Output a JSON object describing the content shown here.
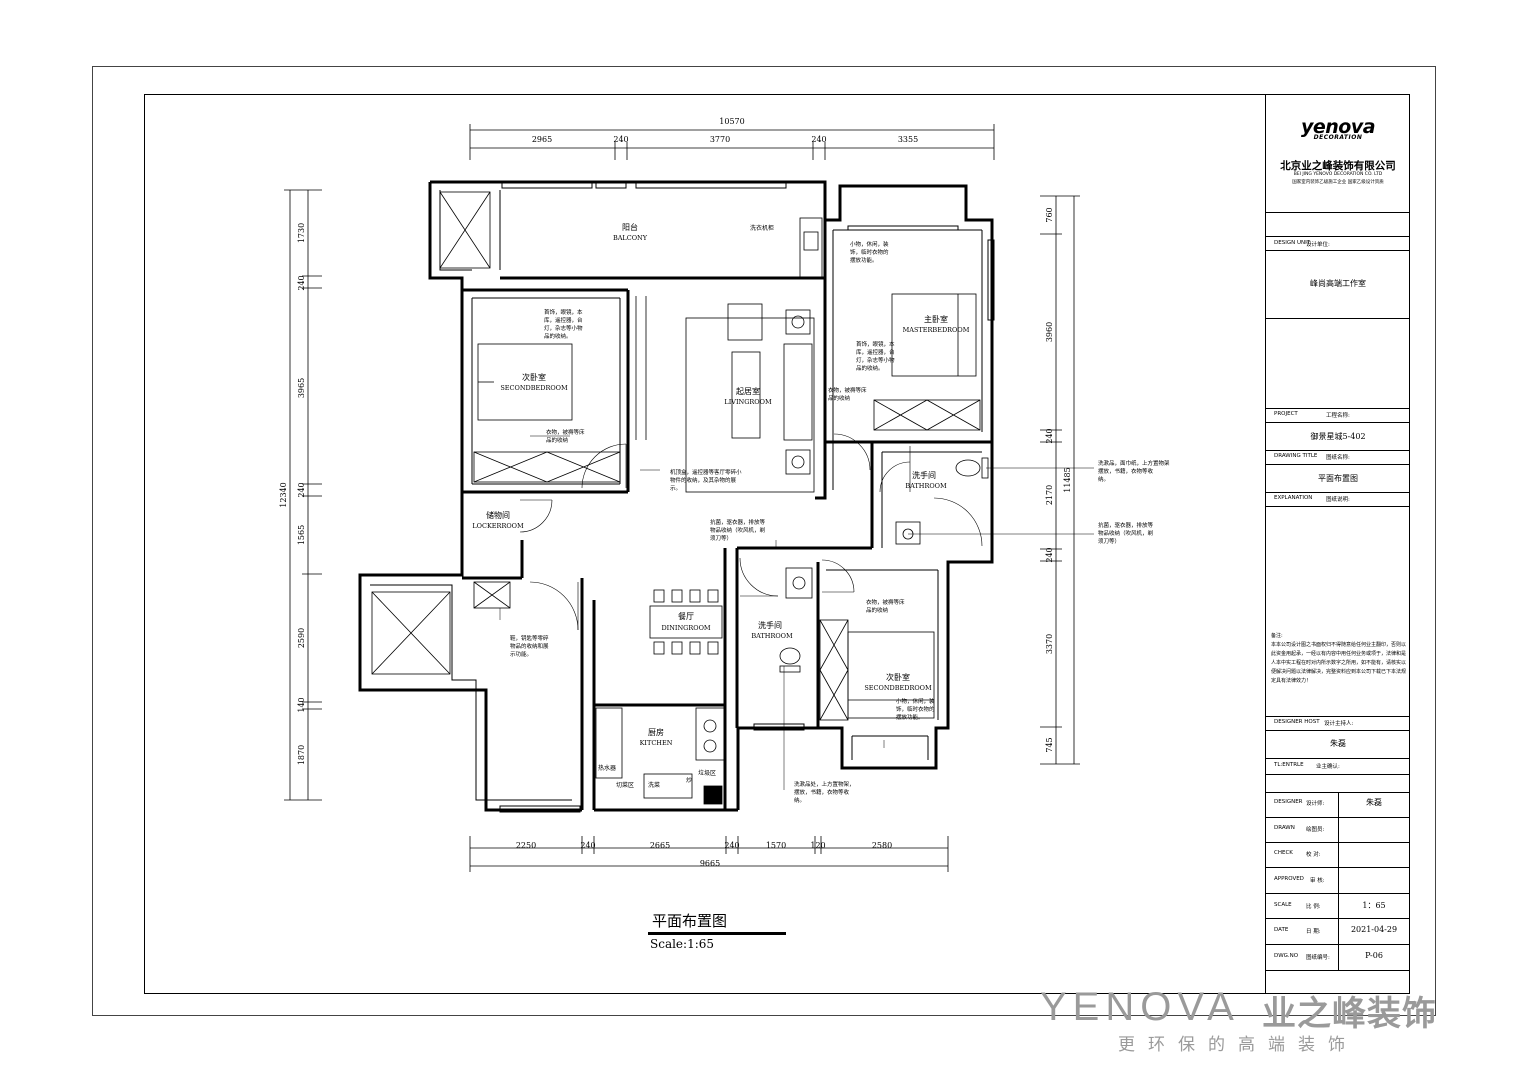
{
  "plan": {
    "title": "平面布置图",
    "scale": "Scale:1:65",
    "dims_top": {
      "total": "10570",
      "segments": [
        "2965",
        "240",
        "3770",
        "240",
        "3355"
      ]
    },
    "dims_bottom": {
      "total": "9665",
      "segments": [
        "2250",
        "240",
        "2665",
        "240",
        "1570",
        "120",
        "2580"
      ]
    },
    "dims_left": {
      "total": "12340",
      "segments": [
        "1730",
        "240",
        "3965",
        "240",
        "1565",
        "2590",
        "140",
        "1870"
      ]
    },
    "dims_right": {
      "total": "11485",
      "segments": [
        "760",
        "3960",
        "240",
        "2170",
        "240",
        "3370",
        "745"
      ]
    },
    "rooms": {
      "balcony_cn": "阳台",
      "balcony_en": "BALCONY",
      "washer": "洗衣机柜",
      "living_cn": "起居室",
      "living_en": "LIVINGROOM",
      "master_cn": "主卧室",
      "master_en": "MASTERBEDROOM",
      "second1_cn": "次卧室",
      "second1_en": "SECONDBEDROOM",
      "locker_cn": "储物间",
      "locker_en": "LOCKERROOM",
      "bath1_cn": "洗手间",
      "bath1_en": "BATHROOM",
      "bath2_cn": "洗手间",
      "bath2_en": "BATHROOM",
      "dining_cn": "餐厅",
      "dining_en": "DININGROOM",
      "kitchen_cn": "厨房",
      "kitchen_en": "KITCHEN",
      "second2_cn": "次卧室",
      "second2_en": "SECONDBEDROOM",
      "water_heater": "热水器",
      "cut_area": "切菜区",
      "wash_area": "洗菜",
      "waste_area": "垃圾区",
      "stove": "炒"
    },
    "notes": {
      "master_top": [
        "小物，休闲，装",
        "饰，临时衣物的",
        "摆放功能。"
      ],
      "master_mid": [
        "首饰，眼镜，本",
        "库，遥控器，台",
        "灯，杂志等小物",
        "品的收纳。"
      ],
      "master_low": [
        "衣物，被褥等床",
        "品的收纳"
      ],
      "second1_mid": [
        "首饰，眼镜，本",
        "库，遥控器，台",
        "灯，杂志等小物",
        "品的收纳。"
      ],
      "second1_low": [
        "衣物，被褥等床",
        "品的收纳"
      ],
      "living": [
        "机顶盒，遥控器等客厅零碎小",
        "物件的收纳，及其杂物的展",
        "示。"
      ],
      "bath1": [
        "洗漱品，面巾纸，上方置物架",
        "摆放，书籍，衣物等收",
        "纳。"
      ],
      "bath1_low": [
        "抗菌，驱衣器，排放等",
        "物品收纳（吹风机，剃",
        "须刀等）"
      ],
      "corridor": [
        "抗菌，驱衣器，排放等",
        "物品收纳（吹风机，剃",
        "须刀等）"
      ],
      "entry": [
        "鞋，钥匙等零碎",
        "物品的收纳和展",
        "示功能。"
      ],
      "second2_top": [
        "衣物，被褥等床",
        "品的收纳"
      ],
      "second2_low": [
        "小物，休闲，装",
        "饰，临时衣物的",
        "摆放功能。"
      ],
      "bath2": [
        "洗漱品处，上方置物架，",
        "摆放，书籍，衣物等收",
        "纳。"
      ]
    }
  },
  "titleblock": {
    "logo": "yenova",
    "logo_sub": "DECORATION",
    "company": "北京业之峰装饰有限公司",
    "company_en": "BEI JING YENOVO DECORATION CO. LTD",
    "company_cn_small": "国家室内装饰乙级施工企业 国家乙级设计资质",
    "design_unit_en": "DESIGN UNIT",
    "design_unit_cn": "设计单位:",
    "design_unit_val": "峰尚高端工作室",
    "project_en": "PROJECT",
    "project_cn": "工程名称:",
    "project_val": "御景星城5-402",
    "drawing_en": "DRAWING TITLE",
    "drawing_cn": "图纸名称:",
    "drawing_val": "平面布置图",
    "expl_en": "EXPLANATION",
    "expl_cn": "图纸说明:",
    "notes_head": "备注:",
    "notes_body": "本本公司设计图之书面权归不得随意给任何业主翻印，否则以此资金用起承，一经以有内容中用任何业务或项于，法律和是人本中实工程在时对内所示数字之所用，如不能有，请核实以便解决问题以法律解决，完整资料应到本公司下载已下本法规定具有法律效力！",
    "host_en": "DESIGNER HOST",
    "host_cn": "设计主持人:",
    "host_val": "朱磊",
    "tl_en": "TL:ENTRLE",
    "tl_cn": "业主确认:",
    "designer_en": "DESIGNER",
    "designer_cn": "设计师:",
    "designer_val": "朱磊",
    "drawn_en": "DRAWN",
    "drawn_cn": "绘图员:",
    "check_en": "CHECK",
    "check_cn": "校 对:",
    "approved_en": "APPROVED",
    "approved_cn": "审 核:",
    "scale_en": "SCALE",
    "scale_cn": "比 例:",
    "scale_val": "1：65",
    "date_en": "DATE",
    "date_cn": "日 期:",
    "date_val": "2021-04-29",
    "dwg_en": "DWG.NO",
    "dwg_cn": "图纸编号:",
    "dwg_val": "P-06"
  },
  "watermark": {
    "brand_en": "YENOVA",
    "brand_cn": "业之峰装饰",
    "slogan": "更环保的高端装饰"
  }
}
